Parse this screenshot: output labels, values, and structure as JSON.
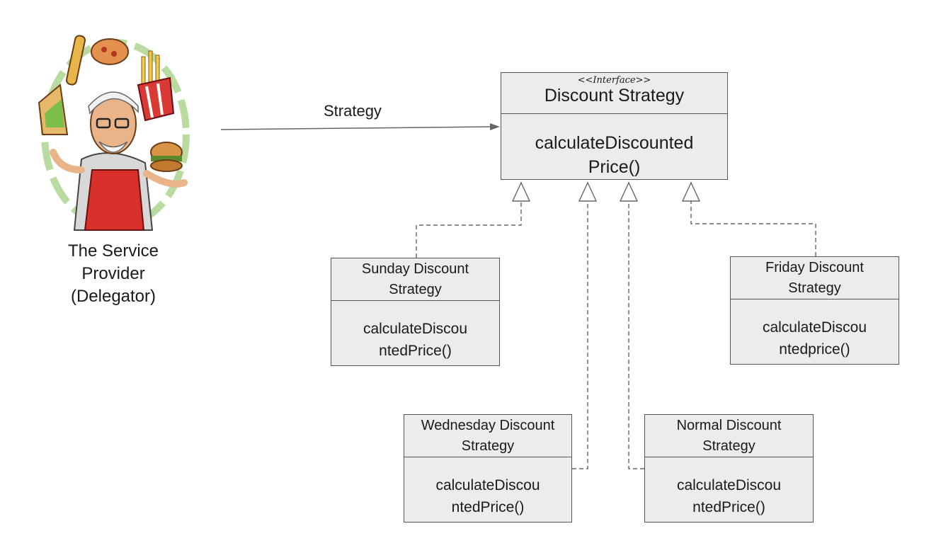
{
  "actor": {
    "caption_lines": [
      "The Service",
      "Provider",
      "(Delegator)"
    ]
  },
  "association": {
    "label": "Strategy"
  },
  "interface": {
    "stereotype": "<<Interface>>",
    "name": "Discount Strategy",
    "method_lines": [
      "calculateDiscounted",
      "Price()"
    ]
  },
  "classes": {
    "sunday": {
      "name_lines": [
        "Sunday Discount",
        "Strategy"
      ],
      "method_lines": [
        "calculateDiscou",
        "ntedPrice()"
      ]
    },
    "friday": {
      "name_lines": [
        "Friday Discount",
        "Strategy"
      ],
      "method_lines": [
        "calculateDiscou",
        "ntedprice()"
      ]
    },
    "wednesday": {
      "name_lines": [
        "Wednesday Discount",
        "Strategy"
      ],
      "method_lines": [
        "calculateDiscou",
        "ntedPrice()"
      ]
    },
    "normal": {
      "name_lines": [
        "Normal Discount",
        "Strategy"
      ],
      "method_lines": [
        "calculateDiscou",
        "ntedPrice()"
      ]
    }
  },
  "colors": {
    "box_fill": "#ececec",
    "box_border": "#555555",
    "edge": "#666666"
  }
}
